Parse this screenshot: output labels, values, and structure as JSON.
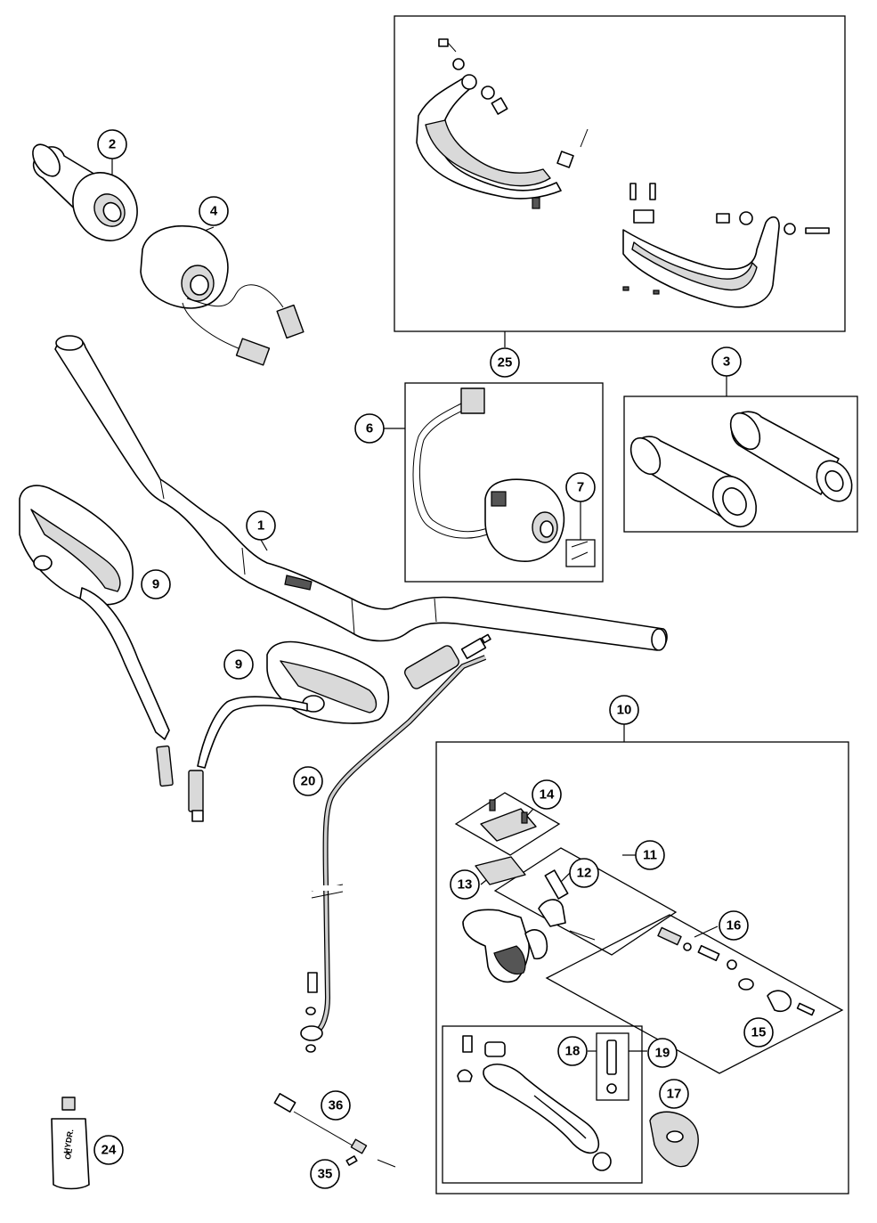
{
  "colors": {
    "line": "#000000",
    "background": "#ffffff",
    "shade": "#d9d9d9"
  },
  "bottle_label": {
    "line1": "HYDR.",
    "line2": "OL"
  },
  "callouts": [
    {
      "id": "1",
      "label": "1"
    },
    {
      "id": "2",
      "label": "2"
    },
    {
      "id": "3",
      "label": "3"
    },
    {
      "id": "4",
      "label": "4"
    },
    {
      "id": "6",
      "label": "6"
    },
    {
      "id": "7",
      "label": "7"
    },
    {
      "id": "9a",
      "label": "9"
    },
    {
      "id": "9b",
      "label": "9"
    },
    {
      "id": "10",
      "label": "10"
    },
    {
      "id": "11",
      "label": "11"
    },
    {
      "id": "12",
      "label": "12"
    },
    {
      "id": "13",
      "label": "13"
    },
    {
      "id": "14",
      "label": "14"
    },
    {
      "id": "15",
      "label": "15"
    },
    {
      "id": "16",
      "label": "16"
    },
    {
      "id": "17",
      "label": "17"
    },
    {
      "id": "18",
      "label": "18"
    },
    {
      "id": "19",
      "label": "19"
    },
    {
      "id": "20",
      "label": "20"
    },
    {
      "id": "24",
      "label": "24"
    },
    {
      "id": "25",
      "label": "25"
    },
    {
      "id": "35",
      "label": "35"
    },
    {
      "id": "36",
      "label": "36"
    }
  ]
}
